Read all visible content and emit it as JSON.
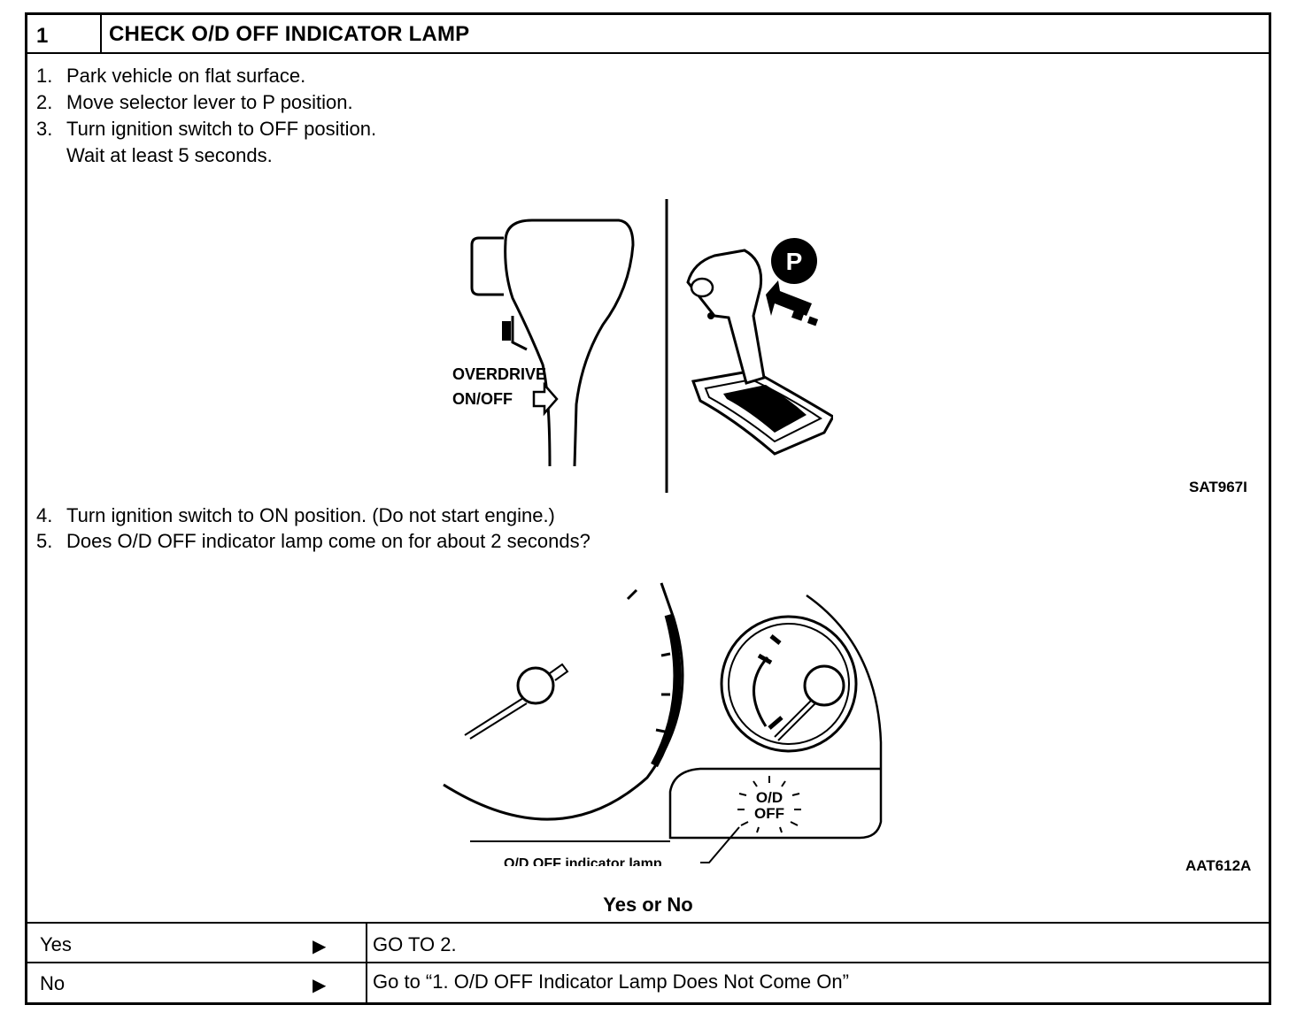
{
  "header": {
    "step_number": "1",
    "title": "CHECK O/D OFF INDICATOR LAMP"
  },
  "instructions_a": [
    {
      "num": "1.",
      "text": "Park vehicle on flat surface."
    },
    {
      "num": "2.",
      "text": "Move selector lever to P position."
    },
    {
      "num": "3.",
      "text": "Turn ignition switch to OFF position."
    },
    {
      "num": "",
      "text": "Wait at least 5 seconds."
    }
  ],
  "figure1": {
    "label_line1": "OVERDRIVE",
    "label_line2": "ON/OFF",
    "position_badge": "P",
    "code": "SAT967I"
  },
  "instructions_b": [
    {
      "num": "4.",
      "text": "Turn ignition switch to ON position. (Do not start engine.)"
    },
    {
      "num": "5.",
      "text": "Does O/D OFF indicator lamp come on for about 2 seconds?"
    }
  ],
  "figure2": {
    "lamp_text_line1": "O/D",
    "lamp_text_line2": "OFF",
    "callout": "O/D OFF indicator lamp",
    "code": "AAT612A"
  },
  "question": "Yes or No",
  "answers": [
    {
      "label": "Yes",
      "arrow": "▶",
      "action": "GO TO 2."
    },
    {
      "label": "No",
      "arrow": "▶",
      "action": "Go to “1. O/D OFF Indicator Lamp Does Not Come On”"
    }
  ]
}
